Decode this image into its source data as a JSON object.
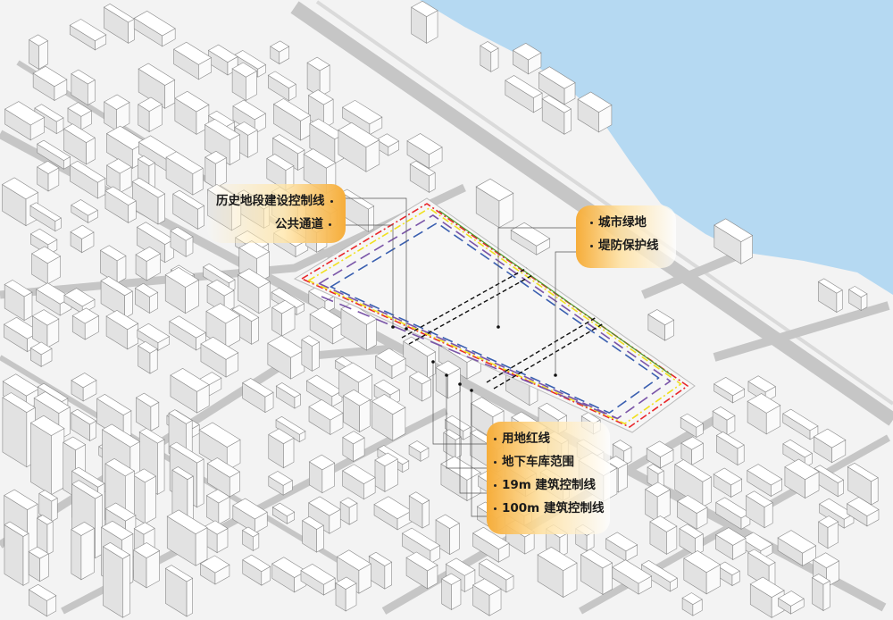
{
  "colors": {
    "water": "#b5d9f2",
    "ground": "#f3f3f3",
    "road": "#c9c9c9",
    "site_red_line": "#e8262a",
    "historic_control_line": "#f0e020",
    "garage_line": "#7a55a8",
    "building_19m_line": "#3a5fb0",
    "green_line": "#4a9a2a",
    "public_passage": "#111111",
    "label_accent": "#f6ad3a"
  },
  "labels": {
    "top_left": [
      "历史地段建设控制线",
      "公共通道"
    ],
    "top_right": [
      "城市绿地",
      "堤防保护线"
    ],
    "bottom": [
      "用地红线",
      "地下车库范围",
      "19m 建筑控制线",
      "100m 建筑控制线"
    ]
  }
}
